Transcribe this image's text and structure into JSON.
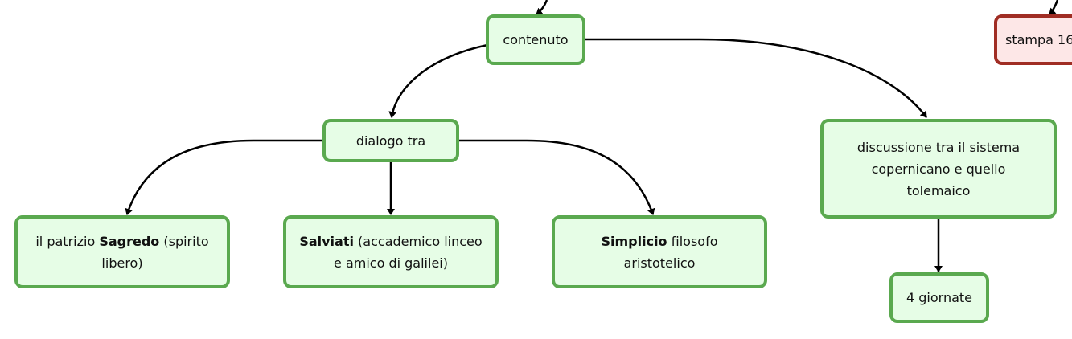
{
  "nodes": {
    "contenuto": {
      "text": "contenuto"
    },
    "stampa": {
      "text": "stampa 16"
    },
    "dialogo_tra": {
      "text": "dialogo tra"
    },
    "discussione": {
      "text": "discussione tra il sistema copernicano e quello tolemaico"
    },
    "sagredo": {
      "before": "il patrizio ",
      "bold": "Sagredo",
      "after": " (spirito libero)"
    },
    "salviati": {
      "bold": "Salviati",
      "after": " (accademico linceo e amico di galilei)"
    },
    "simplicio": {
      "bold": "Simplicio",
      "after": " filosofo aristotelico"
    },
    "giornate": {
      "text": "4 giornate"
    }
  },
  "colors": {
    "green_border": "#5aa94f",
    "green_fill": "#e6fde6",
    "red_border": "#a02d24",
    "red_fill": "#fde7e7",
    "edge": "#000000"
  }
}
